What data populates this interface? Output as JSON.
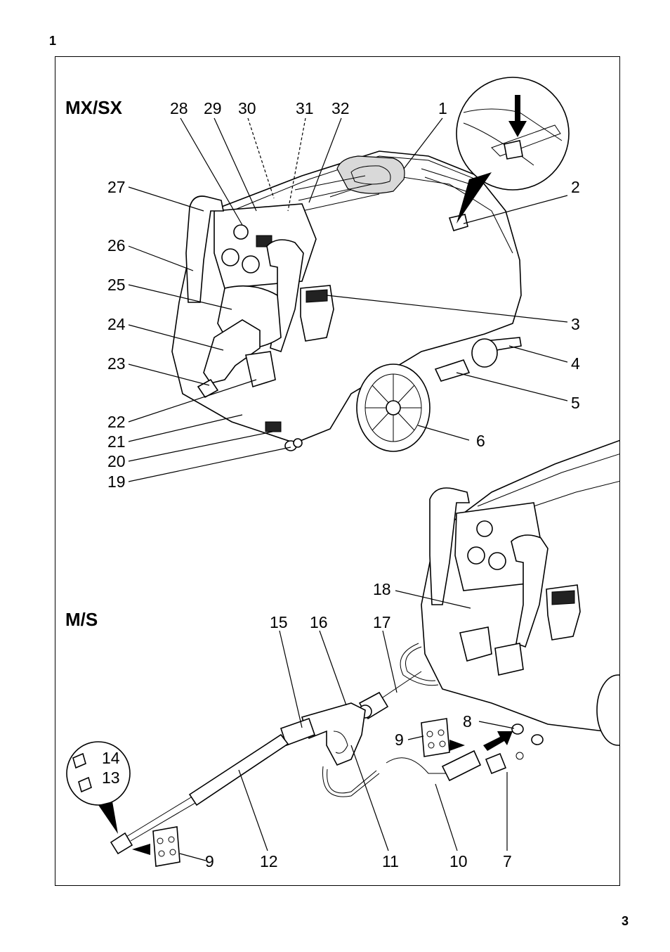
{
  "figure_number": "1",
  "page_number": "3",
  "models": {
    "top": "MX/SX",
    "bottom": "M/S"
  },
  "callouts_top": [
    "28",
    "29",
    "30",
    "31",
    "32",
    "1",
    "2",
    "27",
    "26",
    "25",
    "24",
    "23",
    "22",
    "21",
    "20",
    "19",
    "3",
    "4",
    "5",
    "6"
  ],
  "callouts_bottom": [
    "18",
    "15",
    "16",
    "17",
    "8",
    "9",
    "14",
    "13",
    "9",
    "12",
    "11",
    "10",
    "7"
  ]
}
